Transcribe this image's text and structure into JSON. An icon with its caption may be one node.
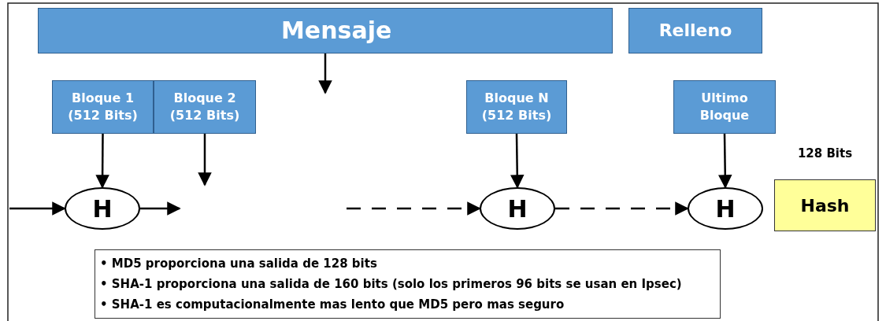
{
  "diagram": {
    "nodes": [
      {
        "text": [
          "Mensaje"
        ]
      },
      {
        "text": [
          "Relleno"
        ]
      },
      {
        "text": [
          "Bloque 1 (512 Bits)"
        ]
      },
      {
        "text": [
          "Bloque 2 (512 Bits)"
        ]
      },
      {
        "text": [
          "Bloque N (512 Bits)"
        ]
      },
      {
        "text": [
          "Ultimo Bloque"
        ]
      },
      {
        "text": [
          "H"
        ]
      },
      {
        "text": [
          "H"
        ]
      },
      {
        "text": [
          "H"
        ]
      },
      {
        "text": [
          "Hash"
        ],
        "beside": [
          "128 Bits"
        ]
      },
      {
        "text": [
          "• MD5 proporciona una salida de 128 bits",
          "• SHA-1 proporciona una salida de 160 bits (solo los primeros 96 bits se usan en Ipsec)",
          "• SHA-1 es computacionalmente mas lento que MD5 pero mas seguro"
        ]
      }
    ],
    "edges": [
      {
        "from": 0,
        "to": null,
        "arrow": "to"
      },
      {
        "from": 2,
        "to": 6,
        "arrow": "to"
      },
      {
        "from": 3,
        "to": null,
        "arrow": "to"
      },
      {
        "from": 4,
        "to": 7,
        "arrow": "to"
      },
      {
        "from": 5,
        "to": 8,
        "arrow": "to"
      },
      {
        "from": null,
        "to": 6,
        "arrow": "to"
      },
      {
        "from": 6,
        "to": null,
        "arrow": "to"
      },
      {
        "from": null,
        "to": 7,
        "arrow": "to",
        "style": "dashed"
      },
      {
        "from": 7,
        "to": 8,
        "arrow": "to",
        "style": "dashed"
      }
    ]
  }
}
